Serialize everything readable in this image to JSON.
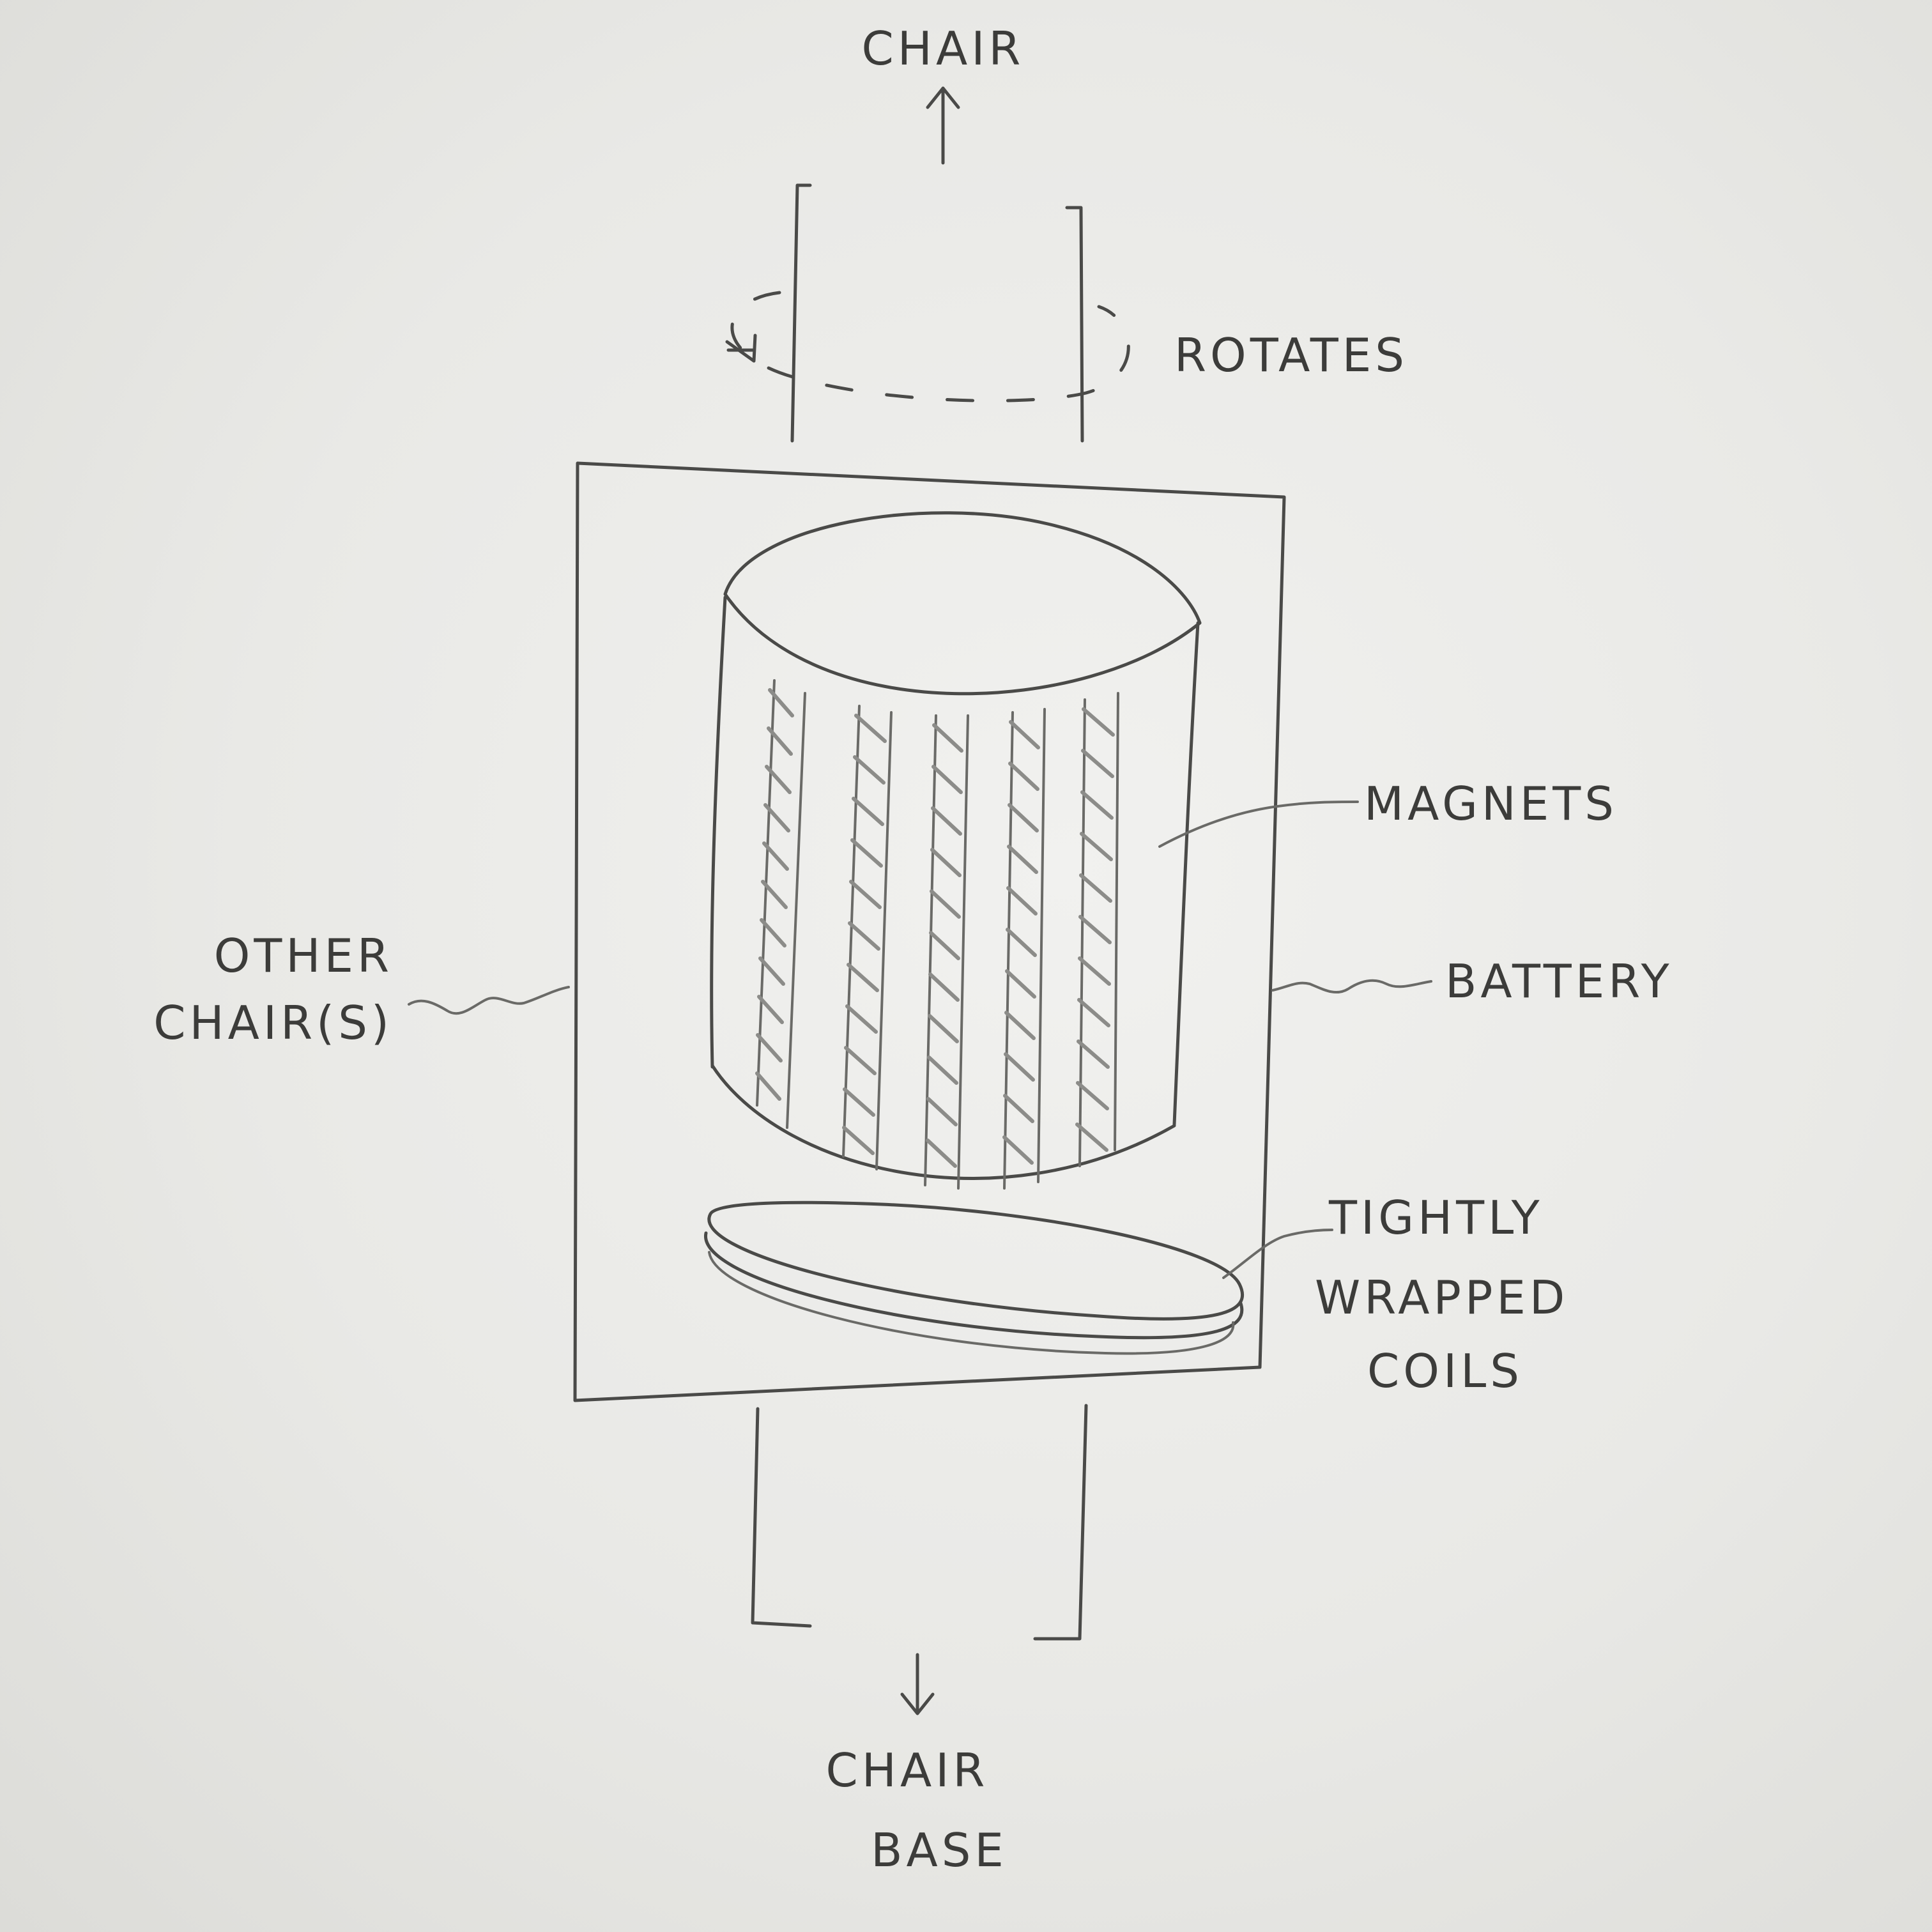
{
  "diagram": {
    "labels": {
      "chair": "CHAIR",
      "rotates": "ROTATES",
      "magnets": "MAGNETS",
      "other_chairs_line1": "OTHER",
      "other_chairs_line2": "CHAIR(S)",
      "battery": "BATTERY",
      "coils_line1": "TIGHTLY",
      "coils_line2": "WRAPPED",
      "coils_line3": "COILS",
      "chair_base_line1": "CHAIR",
      "chair_base_line2": "BASE"
    },
    "colors": {
      "paper": "#e9e9e6",
      "pencil": "#4a4a48",
      "shading": "#8c8c89"
    }
  }
}
